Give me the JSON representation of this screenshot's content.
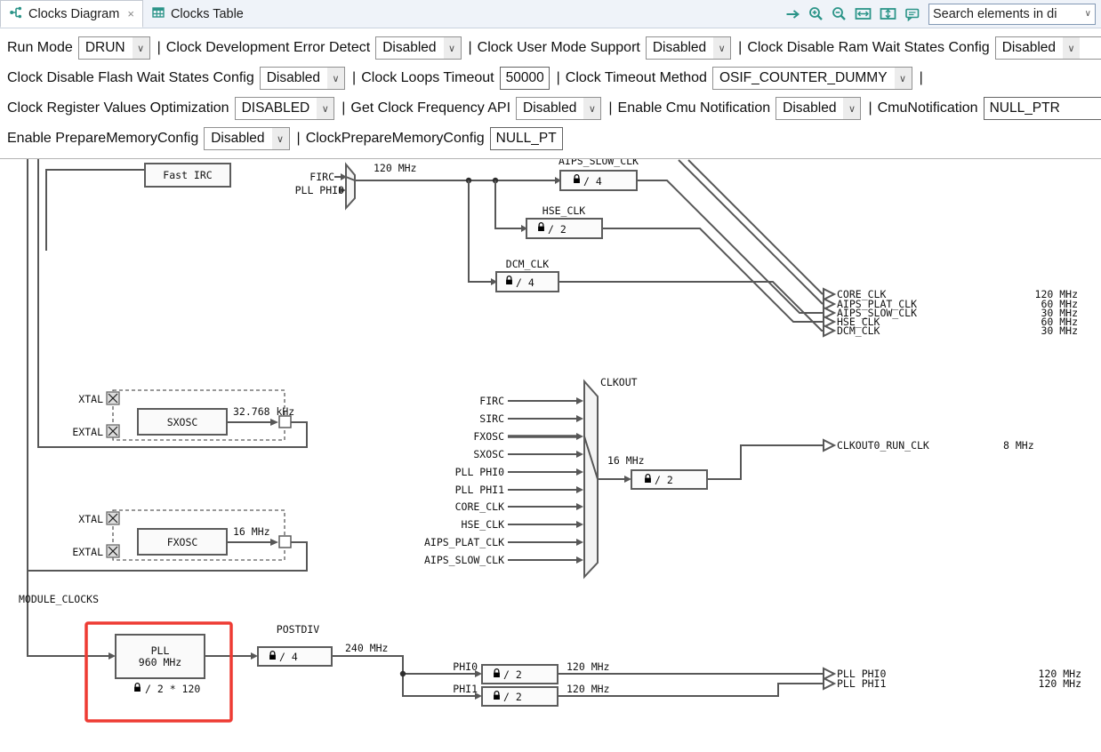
{
  "tabs": {
    "diagram": "Clocks Diagram",
    "table": "Clocks Table",
    "close": "×"
  },
  "toolbar": {
    "search_value": "Search elements in di",
    "chevron": "∨"
  },
  "sep": "|",
  "config": {
    "run_mode": {
      "label": "Run Mode",
      "value": "DRUN"
    },
    "dev_error": {
      "label": "Clock Development Error Detect",
      "value": "Disabled"
    },
    "user_mode": {
      "label": "Clock User Mode Support",
      "value": "Disabled"
    },
    "ram_wait": {
      "label": "Clock Disable Ram Wait States Config",
      "value": "Disabled"
    },
    "flash_wait": {
      "label": "Clock Disable Flash Wait States Config",
      "value": "Disabled"
    },
    "loops_timeout": {
      "label": "Clock Loops Timeout",
      "value": "50000"
    },
    "timeout_method": {
      "label": "Clock Timeout Method",
      "value": "OSIF_COUNTER_DUMMY"
    },
    "reg_opt": {
      "label": "Clock Register Values Optimization",
      "value": "DISABLED"
    },
    "get_freq_api": {
      "label": "Get Clock Frequency API",
      "value": "Disabled"
    },
    "cmu_notif_en": {
      "label": "Enable Cmu Notification",
      "value": "Disabled"
    },
    "cmu_notif": {
      "label": "CmuNotification",
      "value": "NULL_PTR"
    },
    "prep_mem_en": {
      "label": "Enable PrepareMemoryConfig",
      "value": "Disabled"
    },
    "prep_mem": {
      "label": "ClockPrepareMemoryConfig",
      "value": "NULL_PTR"
    }
  },
  "diagram": {
    "fast_irc": {
      "box": "Fast IRC",
      "in1": "FIRC",
      "in2": "PLL PHI0",
      "out_freq": "120 MHz"
    },
    "dividers": {
      "aips_slow": {
        "title": "AIPS_SLOW_CLK",
        "label": "/ 4"
      },
      "hse": {
        "title": "HSE_CLK",
        "label": "/ 2"
      },
      "dcm": {
        "title": "DCM_CLK",
        "label": "/ 4"
      },
      "clkout_div": {
        "label": "/ 2",
        "in_freq": "16 MHz"
      },
      "postdiv": {
        "title": "POSTDIV",
        "label": "/ 4",
        "out_freq": "240 MHz"
      },
      "phi0": {
        "title": "PHI0",
        "label": "/ 2",
        "out_freq": "120 MHz"
      },
      "phi1": {
        "title": "PHI1",
        "label": "/ 2",
        "out_freq": "120 MHz"
      }
    },
    "outputs_top": [
      {
        "name": "CORE_CLK",
        "freq": "120 MHz"
      },
      {
        "name": "AIPS_PLAT_CLK",
        "freq": "60 MHz"
      },
      {
        "name": "AIPS_SLOW_CLK",
        "freq": "30 MHz"
      },
      {
        "name": "HSE_CLK",
        "freq": "60 MHz"
      },
      {
        "name": "DCM_CLK",
        "freq": "30 MHz"
      }
    ],
    "sxosc": {
      "xtal": "XTAL",
      "extal": "EXTAL",
      "box": "SXOSC",
      "freq": "32.768 kHz"
    },
    "fxosc": {
      "xtal": "XTAL",
      "extal": "EXTAL",
      "box": "FXOSC",
      "freq": "16 MHz"
    },
    "clkout": {
      "title": "CLKOUT",
      "inputs": [
        "FIRC",
        "SIRC",
        "FXOSC",
        "SXOSC",
        "PLL PHI0",
        "PLL PHI1",
        "CORE_CLK",
        "HSE_CLK",
        "AIPS_PLAT_CLK",
        "AIPS_SLOW_CLK"
      ],
      "out_name": "CLKOUT0_RUN_CLK",
      "out_freq": "8 MHz"
    },
    "module_clocks": "MODULE_CLOCKS",
    "pll": {
      "line1": "PLL",
      "line2": "960 MHz",
      "mult": "/ 2 * 120"
    },
    "outputs_pll": [
      {
        "name": "PLL PHI0",
        "freq": "120 MHz"
      },
      {
        "name": "PLL PHI1",
        "freq": "120 MHz"
      }
    ]
  }
}
